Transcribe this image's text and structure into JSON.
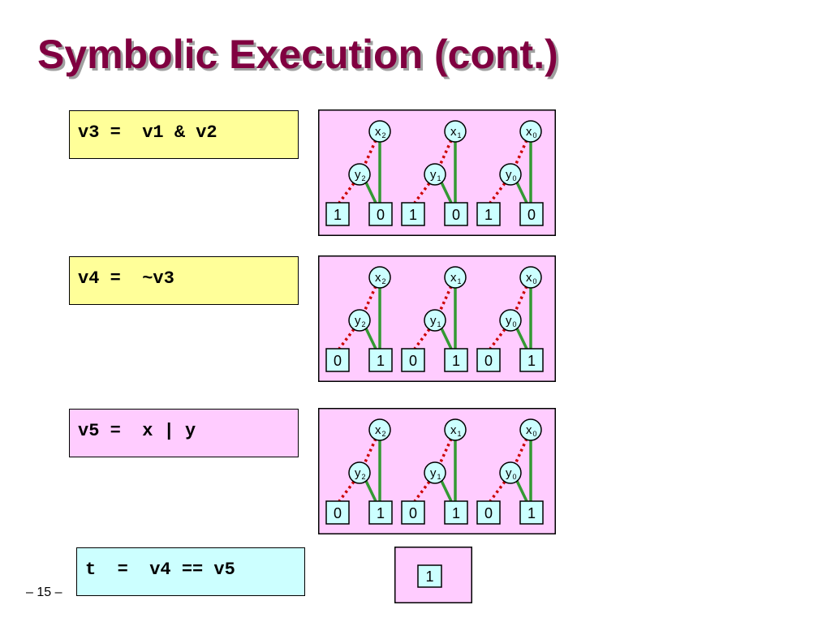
{
  "title": "Symbolic Execution (cont.)",
  "page_number": "– 15 –",
  "colors": {
    "title": "#800040",
    "code_yellow": "#ffff99",
    "code_pink": "#ffccff",
    "code_cyan": "#ccffff",
    "bdd_panel": "#ffccff",
    "node_fill": "#ccffff",
    "high_edge": "#339933",
    "low_edge": "#cc0000"
  },
  "code": [
    {
      "text": "v3 =  v1 & v2",
      "bg": "#ffff99"
    },
    {
      "text": "v4 =  ~v3",
      "bg": "#ffff99"
    },
    {
      "text": "v5 =  x | y",
      "bg": "#ffccff"
    },
    {
      "text": "t  =  v4 == v5",
      "bg": "#ccffff"
    }
  ],
  "bdds": [
    {
      "groups": [
        {
          "x": {
            "name": "x",
            "sub": "2"
          },
          "y": {
            "name": "y",
            "sub": "2"
          },
          "terminals": [
            "1",
            "0"
          ]
        },
        {
          "x": {
            "name": "x",
            "sub": "1"
          },
          "y": {
            "name": "y",
            "sub": "1"
          },
          "terminals": [
            "1",
            "0"
          ]
        },
        {
          "x": {
            "name": "x",
            "sub": "0"
          },
          "y": {
            "name": "y",
            "sub": "0"
          },
          "terminals": [
            "1",
            "0"
          ]
        }
      ]
    },
    {
      "groups": [
        {
          "x": {
            "name": "x",
            "sub": "2"
          },
          "y": {
            "name": "y",
            "sub": "2"
          },
          "terminals": [
            "0",
            "1"
          ]
        },
        {
          "x": {
            "name": "x",
            "sub": "1"
          },
          "y": {
            "name": "y",
            "sub": "1"
          },
          "terminals": [
            "0",
            "1"
          ]
        },
        {
          "x": {
            "name": "x",
            "sub": "0"
          },
          "y": {
            "name": "y",
            "sub": "0"
          },
          "terminals": [
            "0",
            "1"
          ]
        }
      ]
    },
    {
      "groups": [
        {
          "x": {
            "name": "x",
            "sub": "2"
          },
          "y": {
            "name": "y",
            "sub": "2"
          },
          "terminals": [
            "0",
            "1"
          ]
        },
        {
          "x": {
            "name": "x",
            "sub": "1"
          },
          "y": {
            "name": "y",
            "sub": "1"
          },
          "terminals": [
            "0",
            "1"
          ]
        },
        {
          "x": {
            "name": "x",
            "sub": "0"
          },
          "y": {
            "name": "y",
            "sub": "0"
          },
          "terminals": [
            "0",
            "1"
          ]
        }
      ]
    }
  ],
  "result_terminal": "1"
}
